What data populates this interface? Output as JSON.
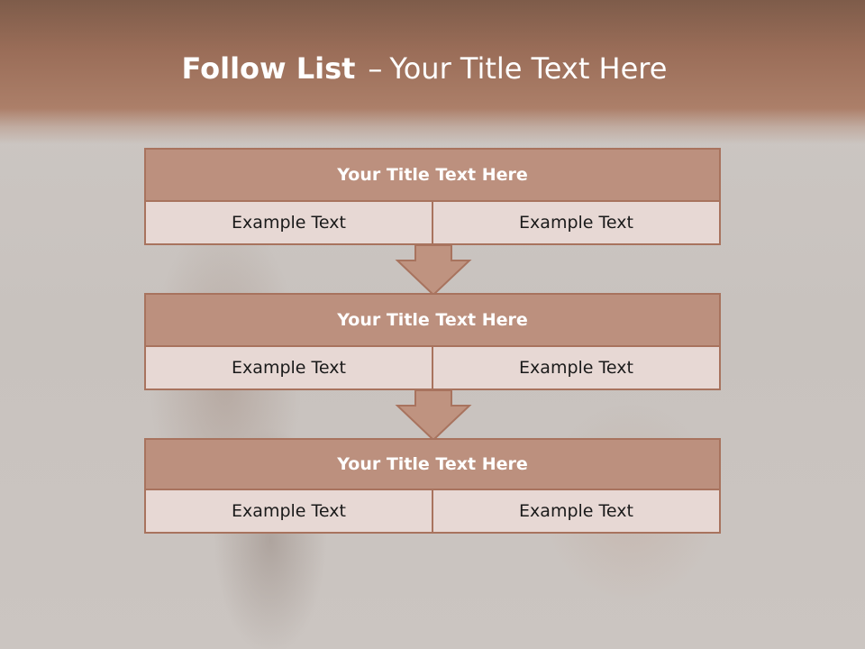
{
  "slide": {
    "title_bold": "Follow List",
    "title_dash": "–",
    "title_rest": "Your Title Text Here"
  },
  "blocks": [
    {
      "title": "Your Title Text Here",
      "left_text": "Example Text",
      "right_text": "Example Text"
    },
    {
      "title": "Your Title Text Here",
      "left_text": "Example Text",
      "right_text": "Example Text"
    },
    {
      "title": "Your Title Text Here",
      "left_text": "Example Text",
      "right_text": "Example Text"
    }
  ],
  "colors": {
    "header": "#9a6d58",
    "block_title": "#bc907e",
    "block_border": "#a8735e",
    "cell_fill": "#e7d8d4",
    "arrow_fill": "#bf9380"
  },
  "icons": [
    "down-arrow-icon"
  ]
}
